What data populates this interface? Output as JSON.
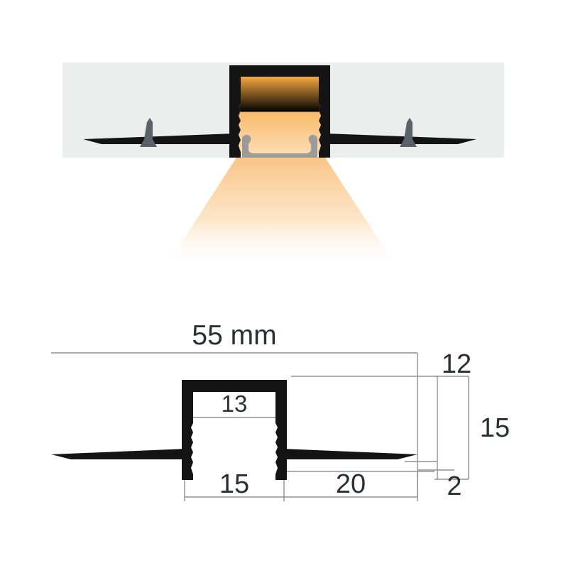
{
  "document": {
    "type": "led-profile-technical-drawing",
    "title": "55 mm"
  },
  "illustration": {
    "name": "recessed-led-profile-installation-view",
    "ceiling_color": "#eceeee",
    "profile_color": "#141414",
    "diffuser_color": "#9b9b9b",
    "led_glow_top": "#f7ae4e",
    "led_glow_bottom": "#fbdcb0",
    "beam_color": "#fad2a4",
    "screw_color": "#5c6068",
    "fasteners": [
      {
        "name": "mounting-screw-left"
      },
      {
        "name": "mounting-screw-right"
      }
    ]
  },
  "drawing": {
    "line_color": "#8d9093",
    "profile_color": "#141414",
    "dimensions": {
      "overall_width": "55 mm",
      "inner_width": "13",
      "top_gap": "12",
      "total_height": "15",
      "flange_thickness": "2",
      "channel_width": "15",
      "side_width": "20"
    }
  }
}
